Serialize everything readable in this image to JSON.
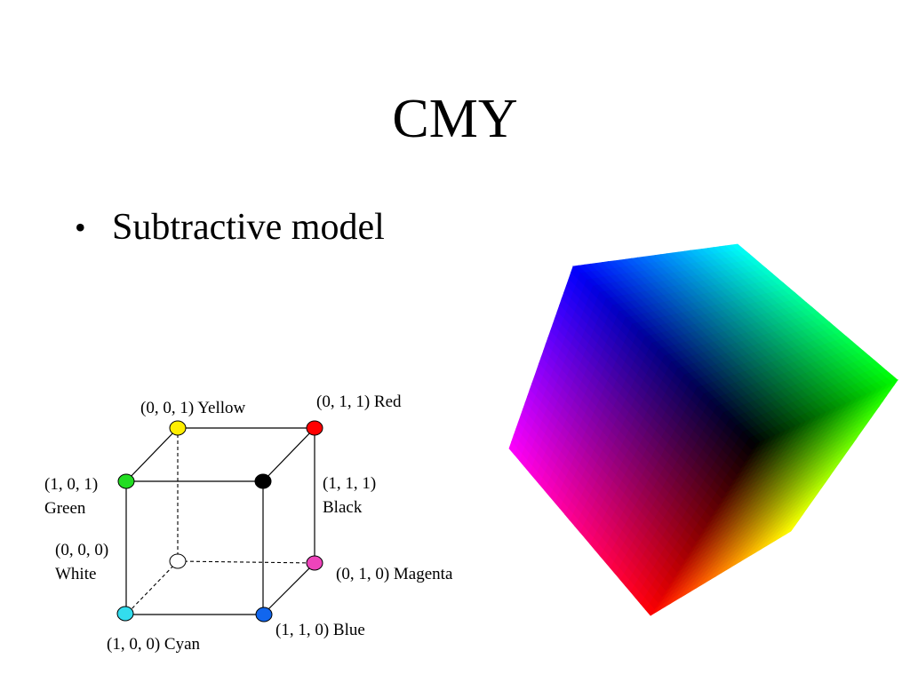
{
  "slide": {
    "title": "CMY",
    "bullets": [
      "Subtractive model"
    ]
  },
  "diagram": {
    "vertices": [
      {
        "id": "yellow",
        "coords": "(0, 0, 1)",
        "name": "Yellow",
        "color": "#ffee00"
      },
      {
        "id": "red",
        "coords": "(0, 1, 1)",
        "name": "Red",
        "color": "#ff0000"
      },
      {
        "id": "green",
        "coords": "(1, 0, 1)",
        "name": "Green",
        "color": "#22dd22"
      },
      {
        "id": "black",
        "coords": "(1, 1, 1)",
        "name": "Black",
        "color": "#000000"
      },
      {
        "id": "white",
        "coords": "(0, 0, 0)",
        "name": "White",
        "color": "#ffffff"
      },
      {
        "id": "magenta",
        "coords": "(0, 1, 0)",
        "name": "Magenta",
        "color": "#ee44bb"
      },
      {
        "id": "cyan",
        "coords": "(1, 0, 0)",
        "name": "Cyan",
        "color": "#33ddee"
      },
      {
        "id": "blue",
        "coords": "(1, 1, 0)",
        "name": "Blue",
        "color": "#1166ee"
      }
    ]
  },
  "color_cube": {
    "corners": {
      "blue": "#0000ff",
      "cyan": "#00ffff",
      "green": "#00ff00",
      "black": "#000000",
      "yellow": "#ffff00",
      "red": "#ff0000",
      "magenta": "#ff00ff"
    }
  }
}
